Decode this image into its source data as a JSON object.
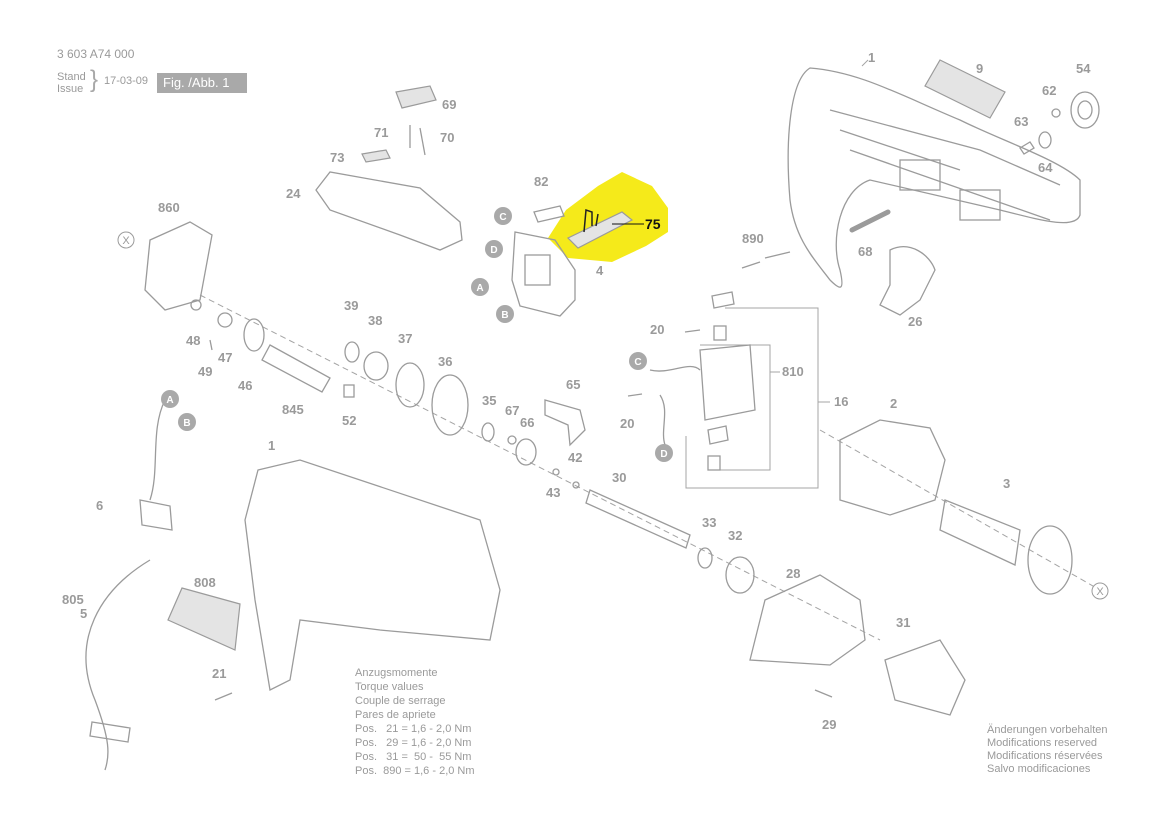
{
  "header": {
    "doc_number": "3 603 A74 000",
    "stand_label": "Stand",
    "issue_label": "Issue",
    "date": "17-03-09",
    "figure": "Fig. /Abb. 1"
  },
  "highlight": {
    "part": "75",
    "color": "#f5ea1a"
  },
  "callouts": {
    "p1a": "1",
    "p9": "9",
    "p54": "54",
    "p62": "62",
    "p63": "63",
    "p64": "64",
    "p68": "68",
    "p26": "26",
    "p69": "69",
    "p71": "71",
    "p70": "70",
    "p73": "73",
    "p24": "24",
    "p82": "82",
    "p75": "75",
    "p4": "4",
    "p890": "890",
    "p860": "860",
    "p48": "48",
    "p47": "47",
    "p49": "49",
    "p46": "46",
    "p39": "39",
    "p38": "38",
    "p37": "37",
    "p36": "36",
    "p845": "845",
    "p52": "52",
    "p65": "65",
    "p35": "35",
    "p67": "67",
    "p66": "66",
    "p42": "42",
    "p43": "43",
    "p20a": "20",
    "p20b": "20",
    "p810": "810",
    "p16": "16",
    "p2": "2",
    "p3": "3",
    "p30": "30",
    "p33": "33",
    "p32": "32",
    "p28": "28",
    "p31": "31",
    "p29": "29",
    "p1b": "1",
    "p6": "6",
    "p805": "805",
    "p5": "5",
    "p808": "808",
    "p21": "21"
  },
  "markers": {
    "a1": "A",
    "b1": "B",
    "c1": "C",
    "d1": "D",
    "a2": "A",
    "b2": "B",
    "c2": "C",
    "d2": "D",
    "x": "X"
  },
  "torque": {
    "lines": [
      "Anzugsmomente",
      "Torque values",
      "Couple de serrage",
      "Pares de apriete"
    ],
    "specs": [
      "Pos.   21 = 1,6 - 2,0 Nm",
      "Pos.   29 = 1,6 - 2,0 Nm",
      "Pos.   31 =  50 -  55 Nm",
      "Pos.  890 = 1,6 - 2,0 Nm"
    ]
  },
  "modifications": [
    "Änderungen vorbehalten",
    "Modifications reserved",
    "Modifications réservées",
    "Salvo modificaciones"
  ]
}
